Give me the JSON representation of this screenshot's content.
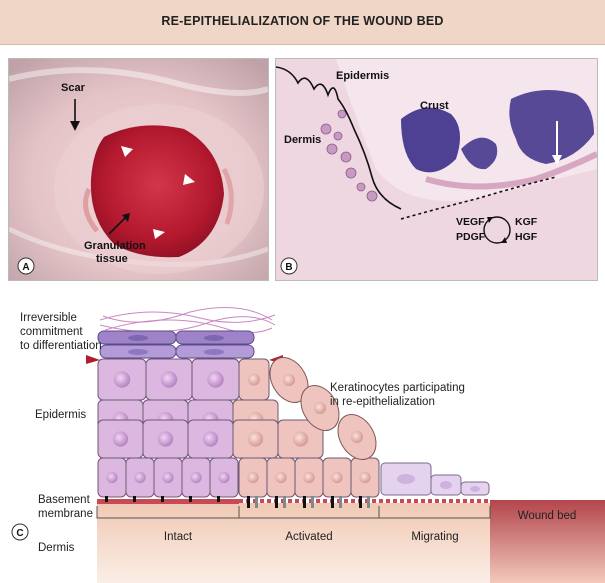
{
  "title": "RE-EPITHELIALIZATION OF THE WOUND BED",
  "panel_a": {
    "badge": "A",
    "scar_label": "Scar",
    "granulation_label_line1": "Granulation",
    "granulation_label_line2": "tissue"
  },
  "panel_b": {
    "badge": "B",
    "epidermis_label": "Epidermis",
    "dermis_label": "Dermis",
    "crust_label": "Crust",
    "factors": [
      "VEGF",
      "PDGF",
      "KGF",
      "HGF"
    ]
  },
  "panel_c": {
    "badge": "C",
    "commitment_line1": "Irreversible",
    "commitment_line2": "commitment",
    "commitment_line3": "to differentiation",
    "keratinocytes_line1": "Keratinocytes participating",
    "keratinocytes_line2": "in re-epithelialization",
    "epidermis_label": "Epidermis",
    "basement_line1": "Basement",
    "basement_line2": "membrane",
    "dermis_label": "Dermis",
    "zones": [
      "Intact",
      "Activated",
      "Migrating"
    ],
    "wound_bed_label": "Wound bed"
  },
  "colors": {
    "title_bg": "#f0d6c6",
    "cell_intact": "#dcb7e0",
    "cell_activated": "#efc4bf",
    "cell_migrating": "#e5d2ee",
    "differentiated": "#9f83c9",
    "basement": "#c94a57",
    "wound_bed": "#b8535a",
    "dermis": "#f3d6c4"
  }
}
